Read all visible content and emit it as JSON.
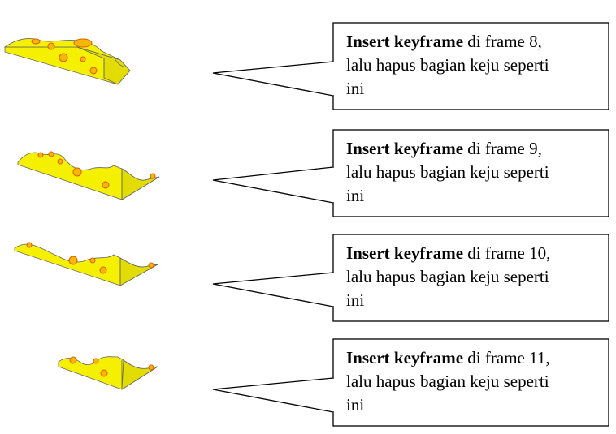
{
  "steps": [
    {
      "keyword": "Insert keyframe",
      "frame_text": " di frame 8,",
      "line2": "lalu hapus bagian keju seperti",
      "line3": "ini"
    },
    {
      "keyword": "Insert keyframe",
      "frame_text": " di frame 9,",
      "line2": "lalu hapus bagian keju seperti",
      "line3": "ini"
    },
    {
      "keyword": "Insert keyframe",
      "frame_text": " di frame 10,",
      "line2": "lalu hapus bagian keju seperti",
      "line3": "ini"
    },
    {
      "keyword": "Insert keyframe",
      "frame_text": " di frame 11,",
      "line2": "lalu hapus bagian keju seperti",
      "line3": "ini"
    }
  ],
  "colors": {
    "cheese_fill": "#f4f000",
    "cheese_side": "#e2dc00",
    "hole_fill": "#f5b800",
    "hole_stroke": "#e05a00",
    "outline": "#666666"
  }
}
